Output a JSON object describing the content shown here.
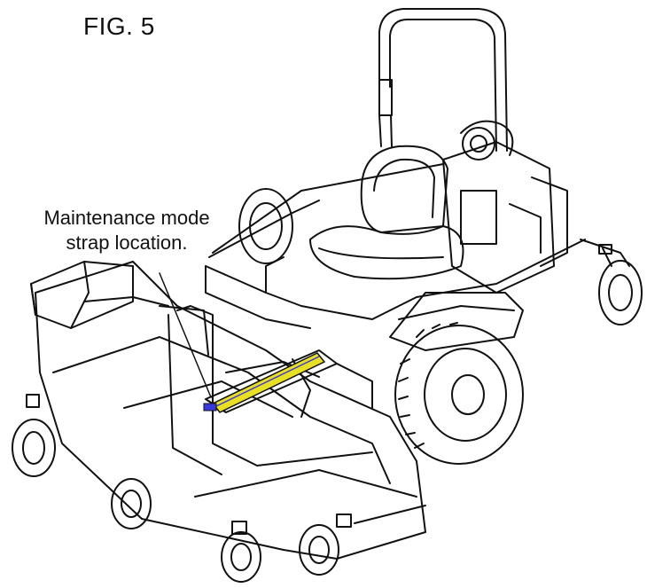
{
  "figure": {
    "label": "FIG. 5"
  },
  "callout": {
    "line1": "Maintenance mode",
    "line2": "strap location."
  },
  "colors": {
    "strap": "#e8e020",
    "strap_accent": "#3a3adc",
    "line": "#111111"
  }
}
